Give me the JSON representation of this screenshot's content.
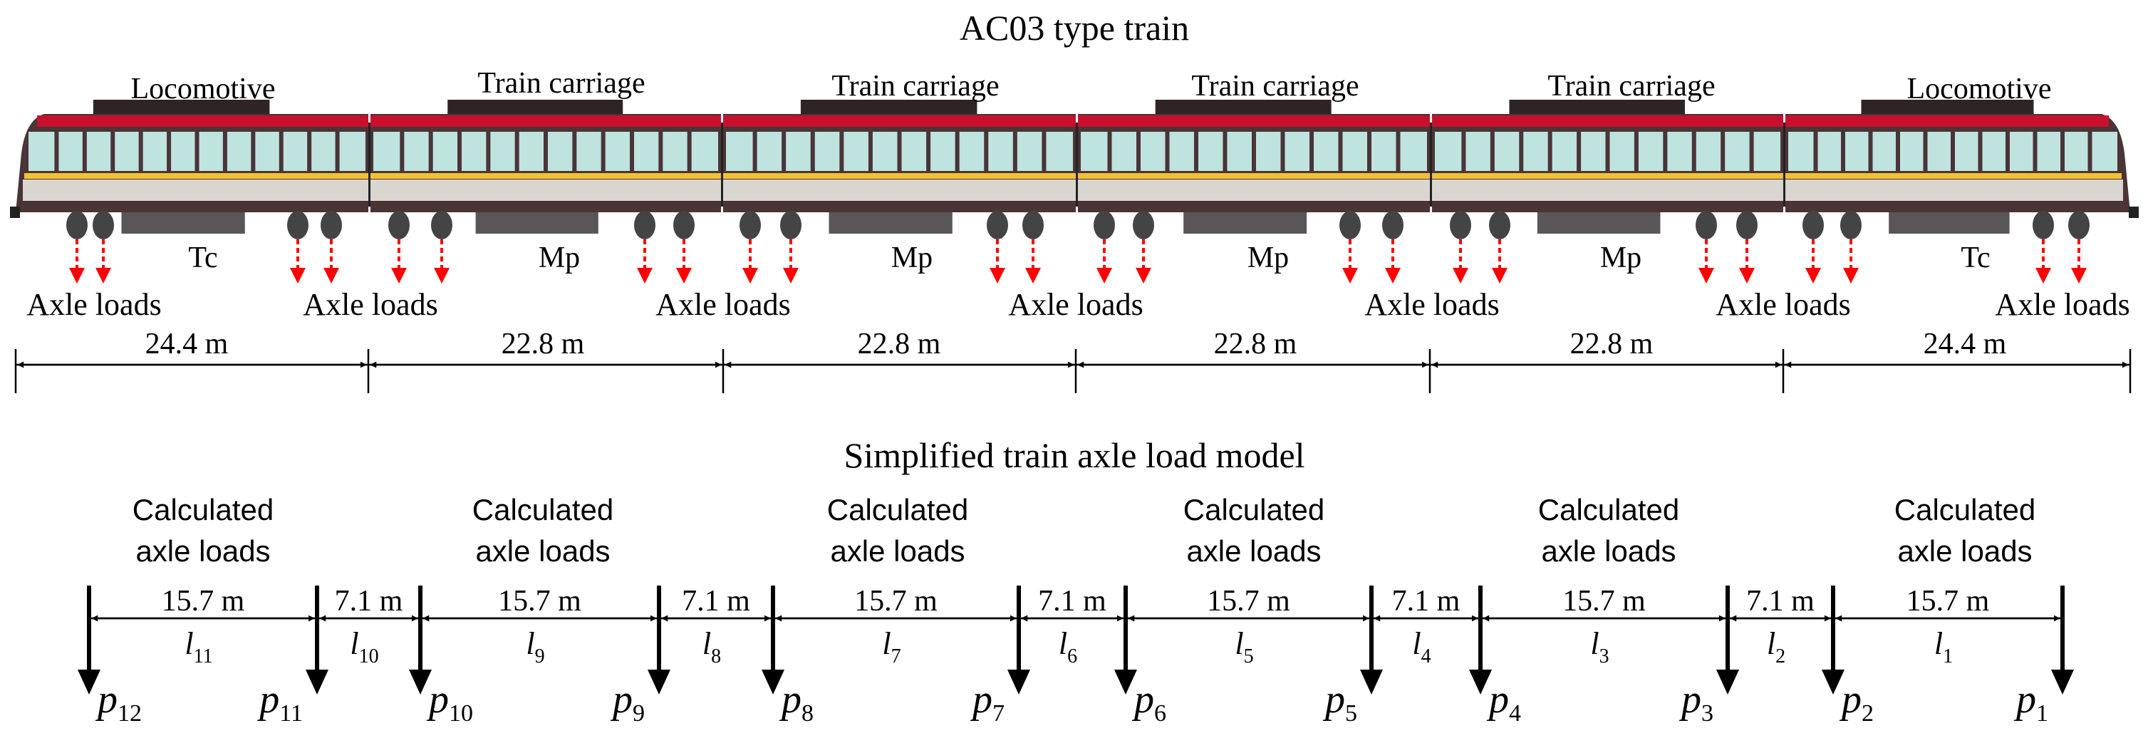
{
  "top_title": "AC03 type train",
  "bottom_title": "Simplified train axle load model",
  "cars": [
    {
      "label": "Locomotive",
      "type": "Tc",
      "length": "24.4 m"
    },
    {
      "label": "Train carriage",
      "type": "Mp",
      "length": "22.8 m"
    },
    {
      "label": "Train carriage",
      "type": "Mp",
      "length": "22.8 m"
    },
    {
      "label": "Train carriage",
      "type": "Mp",
      "length": "22.8 m"
    },
    {
      "label": "Train carriage",
      "type": "Mp",
      "length": "22.8 m"
    },
    {
      "label": "Locomotive",
      "type": "Tc",
      "length": "24.4 m"
    }
  ],
  "axle_loads_label": "Axle loads",
  "calculated_label_line1": "Calculated",
  "calculated_label_line2": "axle loads",
  "model_spans": [
    {
      "length": "15.7 m",
      "symbol": "l",
      "sub": "11"
    },
    {
      "length": "7.1 m",
      "symbol": "l",
      "sub": "10"
    },
    {
      "length": "15.7 m",
      "symbol": "l",
      "sub": "9"
    },
    {
      "length": "7.1 m",
      "symbol": "l",
      "sub": "8"
    },
    {
      "length": "15.7 m",
      "symbol": "l",
      "sub": "7"
    },
    {
      "length": "7.1 m",
      "symbol": "l",
      "sub": "6"
    },
    {
      "length": "15.7 m",
      "symbol": "l",
      "sub": "5"
    },
    {
      "length": "7.1 m",
      "symbol": "l",
      "sub": "4"
    },
    {
      "length": "15.7 m",
      "symbol": "l",
      "sub": "3"
    },
    {
      "length": "7.1 m",
      "symbol": "l",
      "sub": "2"
    },
    {
      "length": "15.7 m",
      "symbol": "l",
      "sub": "1"
    }
  ],
  "model_loads": [
    {
      "symbol": "p",
      "sub": "12"
    },
    {
      "symbol": "p",
      "sub": "11"
    },
    {
      "symbol": "p",
      "sub": "10"
    },
    {
      "symbol": "p",
      "sub": "9"
    },
    {
      "symbol": "p",
      "sub": "8"
    },
    {
      "symbol": "p",
      "sub": "7"
    },
    {
      "symbol": "p",
      "sub": "6"
    },
    {
      "symbol": "p",
      "sub": "5"
    },
    {
      "symbol": "p",
      "sub": "4"
    },
    {
      "symbol": "p",
      "sub": "3"
    },
    {
      "symbol": "p",
      "sub": "2"
    },
    {
      "symbol": "p",
      "sub": "1"
    }
  ],
  "colors": {
    "red_band": "#c8102e",
    "body_dark": "#4a3436",
    "window_tint": "#bfe3df",
    "yellow_stripe": "#f2c230",
    "undercarriage": "#5a5556",
    "load_arrow": "#ff0000",
    "ink": "#000000"
  }
}
